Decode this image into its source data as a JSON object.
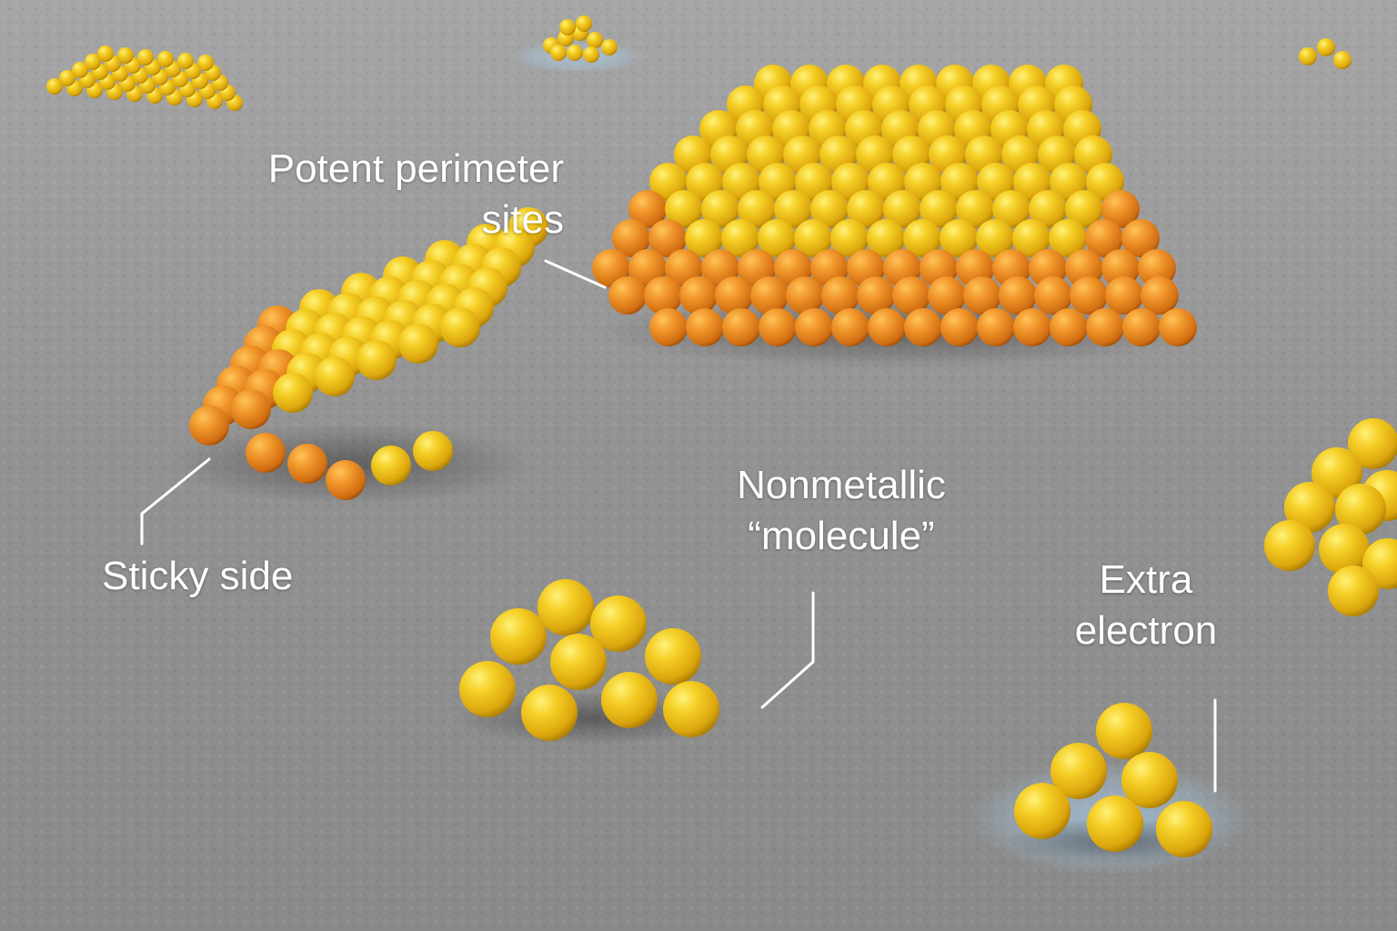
{
  "labels": {
    "perimeter": {
      "line1": "Potent perimeter",
      "line2": "sites"
    },
    "sticky": {
      "line1": "Sticky side"
    },
    "nonmetallic": {
      "line1": "Nonmetallic",
      "line2": "“molecule”"
    },
    "extra_electron": {
      "line1": "Extra",
      "line2": "electron"
    }
  },
  "colors": {
    "surface": "#8f8f8f",
    "gold_atom": "#f2c419",
    "orange_atom": "#ee8e22",
    "electron_halo": "#9fc6e6",
    "leader_line": "#ffffff"
  }
}
